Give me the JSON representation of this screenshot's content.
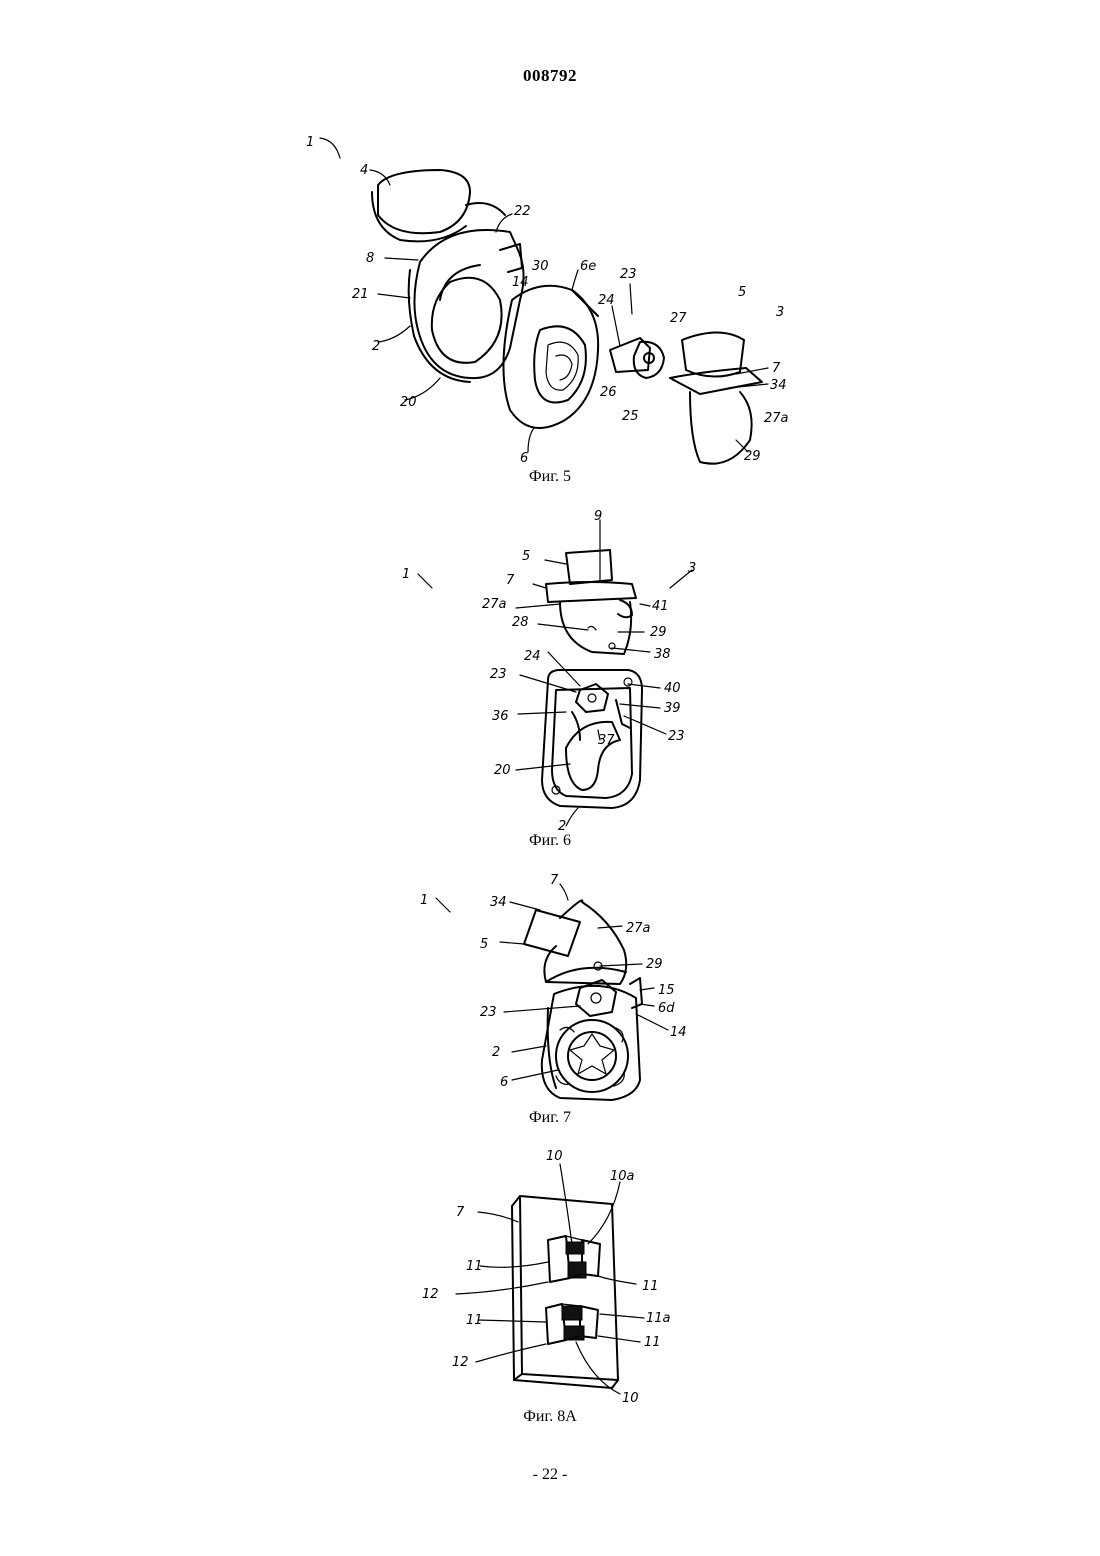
{
  "header": {
    "doc_number": "008792"
  },
  "figures": [
    {
      "caption": "Фиг. 5",
      "labels": [
        "1",
        "4",
        "22",
        "8",
        "30",
        "14",
        "6e",
        "23",
        "5",
        "3",
        "21",
        "2",
        "24",
        "27",
        "7",
        "34",
        "26",
        "25",
        "27a",
        "20",
        "6",
        "29"
      ]
    },
    {
      "caption": "Фиг. 6",
      "labels": [
        "9",
        "5",
        "3",
        "1",
        "7",
        "27a",
        "41",
        "28",
        "29",
        "38",
        "24",
        "23",
        "40",
        "36",
        "39",
        "37",
        "23",
        "20",
        "2"
      ]
    },
    {
      "caption": "Фиг. 7",
      "labels": [
        "7",
        "1",
        "34",
        "27a",
        "5",
        "29",
        "15",
        "6d",
        "23",
        "14",
        "2",
        "6"
      ]
    },
    {
      "caption": "Фиг. 8A",
      "labels": [
        "10",
        "10a",
        "7",
        "11",
        "11",
        "12",
        "11",
        "11a",
        "11",
        "12",
        "10"
      ]
    }
  ],
  "footer": {
    "page_number": "- 22 -"
  }
}
